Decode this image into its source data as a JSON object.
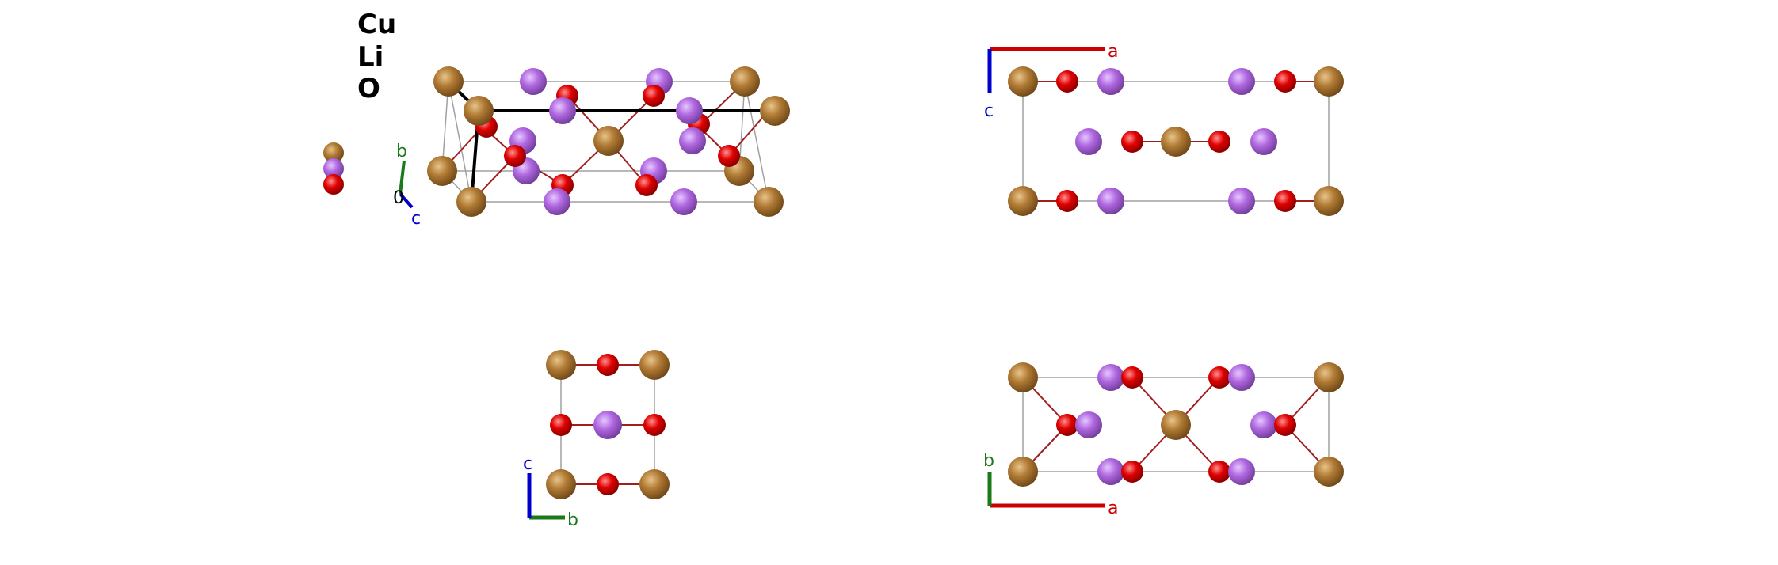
{
  "legend": {
    "elements": [
      "Cu",
      "Li",
      "O"
    ]
  },
  "colors": {
    "Cu": "#b07a34",
    "Li": "#b068e0",
    "O": "#e00000",
    "axis_a": "#cc0000",
    "axis_b": "#1a7a1a",
    "axis_c": "#0000cc",
    "axis_origin": "#000000",
    "cell_edge": "#a0a0a0",
    "bond": "#a02020"
  },
  "axes": {
    "a": "a",
    "b": "b",
    "c": "c",
    "origin": "0"
  }
}
